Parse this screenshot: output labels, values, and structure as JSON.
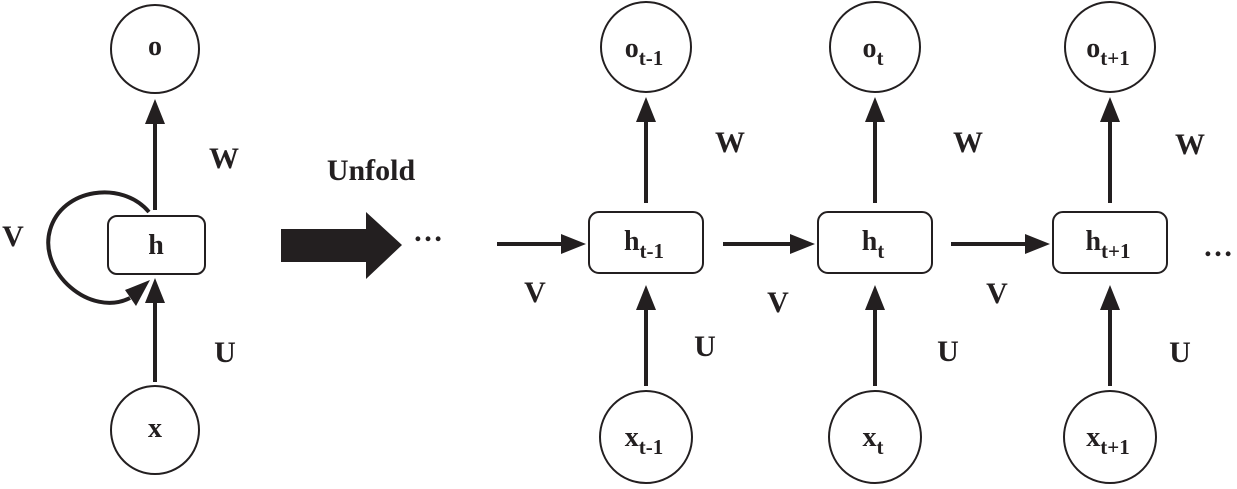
{
  "folded": {
    "output": "o",
    "hidden": "h",
    "input": "x",
    "weights": {
      "output": "W",
      "input": "U",
      "recurrent": "V"
    }
  },
  "unfold_label": "Unfold",
  "ellipsis": "…",
  "steps": [
    {
      "output": "o",
      "output_sub": "t-1",
      "hidden": "h",
      "hidden_sub": "t-1",
      "input": "x",
      "input_sub": "t-1",
      "w": "W",
      "u": "U",
      "v": "V"
    },
    {
      "output": "o",
      "output_sub": "t",
      "hidden": "h",
      "hidden_sub": "t",
      "input": "x",
      "input_sub": "t",
      "w": "W",
      "u": "U",
      "v": "V"
    },
    {
      "output": "o",
      "output_sub": "t+1",
      "hidden": "h",
      "hidden_sub": "t+1",
      "input": "x",
      "input_sub": "t+1",
      "w": "W",
      "u": "U",
      "v": "V"
    }
  ]
}
